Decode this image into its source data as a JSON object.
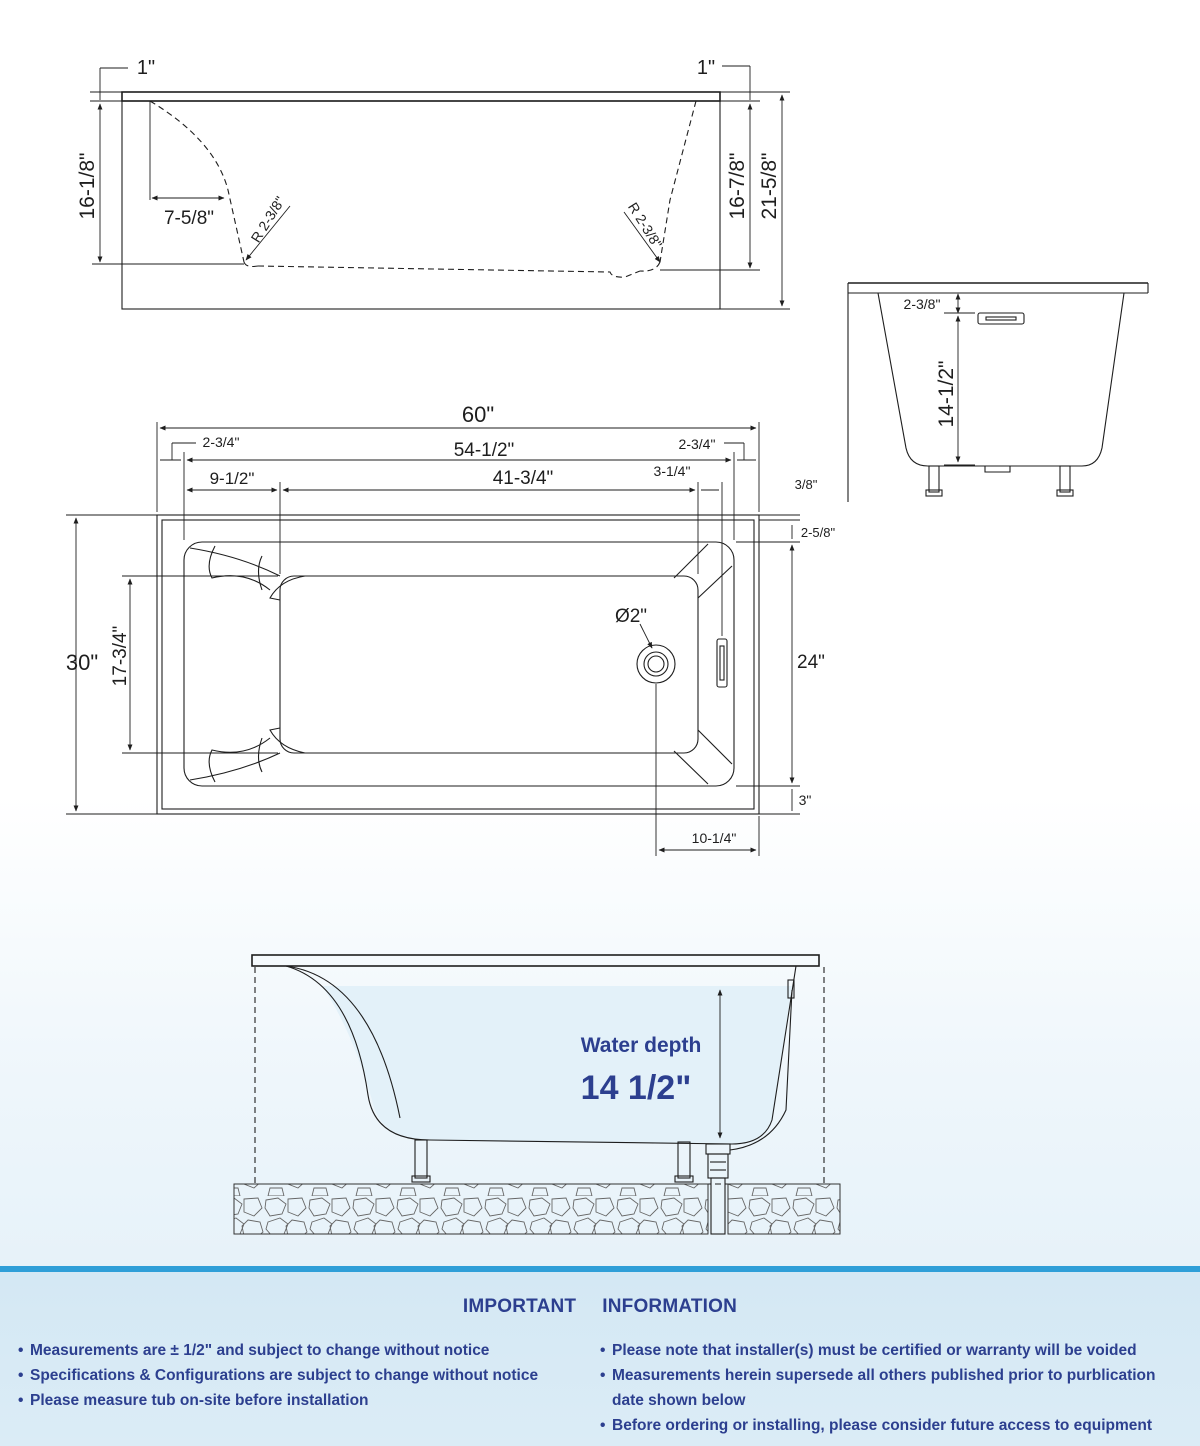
{
  "top_view": {
    "dim_top_left": "1\"",
    "dim_top_right": "1\"",
    "dim_left_height": "16-1/8\"",
    "dim_inner_offset": "7-5/8\"",
    "radius_left": "R 2-3/8\"",
    "radius_right": "R 2-3/8\"",
    "dim_right_inner": "16-7/8\"",
    "dim_right_total": "21-5/8\""
  },
  "side_view": {
    "dim_overflow": "2-3/8\"",
    "dim_depth": "14-1/2\""
  },
  "plan_view": {
    "dim_total_length": "60\"",
    "dim_inner_length": "54-1/2\"",
    "dim_left_rim": "2-3/4\"",
    "dim_right_rim": "2-3/4\"",
    "dim_backrest": "9-1/2\"",
    "dim_floor": "41-3/4\"",
    "dim_overflow_offset": "3-1/4\"",
    "dim_rim_edge": "3/8\"",
    "dim_rim_top": "2-5/8\"",
    "dim_width": "30\"",
    "dim_floor_width": "17-3/4\"",
    "dim_inner_width": "24\"",
    "dim_rim_bottom": "3\"",
    "dim_drain_dia": "Ø2\"",
    "dim_drain_offset": "10-1/4\""
  },
  "water_view": {
    "label": "Water depth",
    "value": "14 1/2\""
  },
  "colors": {
    "accent_blue": "#2f9fd8",
    "text_navy": "#2c3f8f",
    "water": "#e3f1f9"
  },
  "footer": {
    "title_left": "IMPORTANT",
    "title_right": "INFORMATION",
    "left_items": [
      "Measurements are ± 1/2\" and subject to change without notice",
      "Specifications & Configurations are subject to change without notice",
      "Please measure tub on-site before installation"
    ],
    "right_items": [
      "Please note that installer(s) must be certified or warranty will be voided",
      "Measurements herein supersede all others published prior to purblication date shown below",
      "Before ordering or installing, please consider future access to equipment"
    ]
  }
}
